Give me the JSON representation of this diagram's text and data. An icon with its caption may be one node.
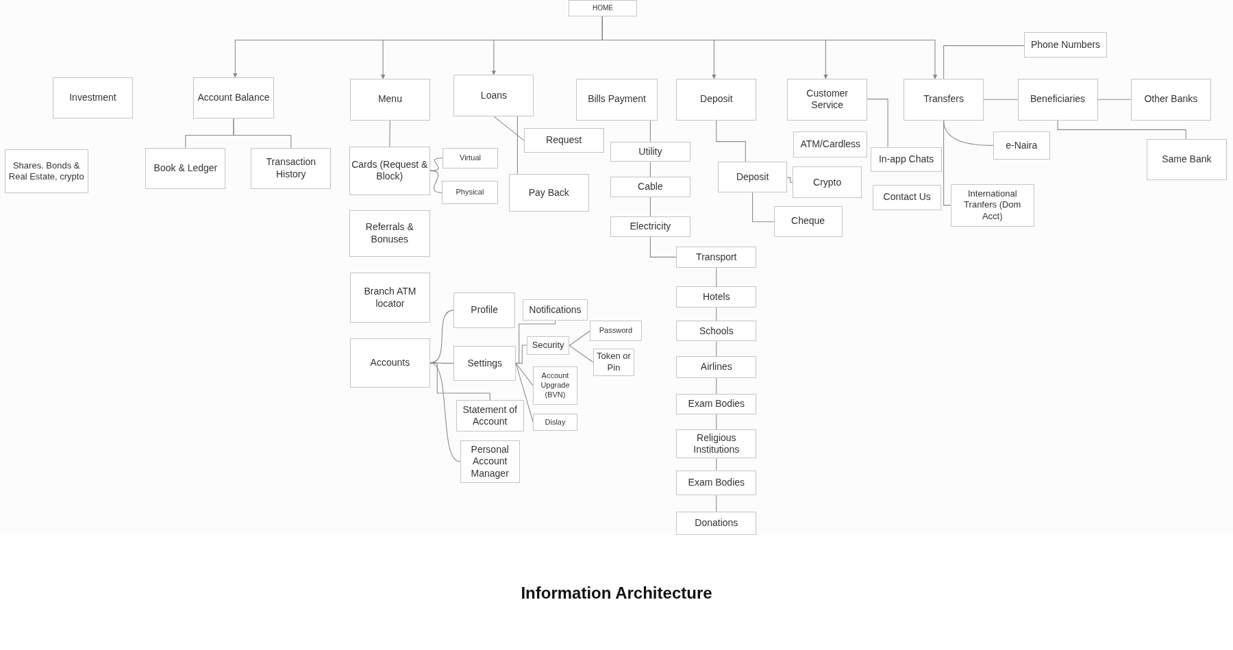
{
  "diagram": {
    "title": "Information Architecture",
    "nodes": [
      {
        "text": [
          "HOME"
        ]
      },
      {
        "text": [
          "Investment"
        ]
      },
      {
        "text": [
          "Shares. Bonds & Real Estate, crypto"
        ]
      },
      {
        "text": [
          "Account Balance"
        ]
      },
      {
        "text": [
          "Book & Ledger"
        ]
      },
      {
        "text": [
          "Transaction History"
        ]
      },
      {
        "text": [
          "Menu"
        ]
      },
      {
        "text": [
          "Cards (Request & Block)"
        ]
      },
      {
        "text": [
          "Virtual"
        ]
      },
      {
        "text": [
          "Physical"
        ]
      },
      {
        "text": [
          "Referrals & Bonuses"
        ]
      },
      {
        "text": [
          "Branch ATM locator"
        ]
      },
      {
        "text": [
          "Accounts"
        ]
      },
      {
        "text": [
          "Profile"
        ]
      },
      {
        "text": [
          "Settings"
        ]
      },
      {
        "text": [
          "Notifications"
        ]
      },
      {
        "text": [
          "Security"
        ]
      },
      {
        "text": [
          "Password"
        ]
      },
      {
        "text": [
          "Token or Pin"
        ]
      },
      {
        "text": [
          "Account Upgrade (BVN)"
        ]
      },
      {
        "text": [
          "Dislay"
        ]
      },
      {
        "text": [
          "Statement of Account"
        ]
      },
      {
        "text": [
          "Personal Account Manager"
        ]
      },
      {
        "text": [
          "Loans"
        ]
      },
      {
        "text": [
          "Request"
        ]
      },
      {
        "text": [
          "Pay Back"
        ]
      },
      {
        "text": [
          "Bills Payment"
        ]
      },
      {
        "text": [
          "Utility"
        ]
      },
      {
        "text": [
          "Cable"
        ]
      },
      {
        "text": [
          "Electricity"
        ]
      },
      {
        "text": [
          "Transport"
        ]
      },
      {
        "text": [
          "Hotels"
        ]
      },
      {
        "text": [
          "Schools"
        ]
      },
      {
        "text": [
          "Airlines"
        ]
      },
      {
        "text": [
          "Exam Bodies"
        ]
      },
      {
        "text": [
          "Religious Institutions"
        ]
      },
      {
        "text": [
          "Exam Bodies"
        ]
      },
      {
        "text": [
          "Donations"
        ]
      },
      {
        "text": [
          "Deposit"
        ]
      },
      {
        "text": [
          "Deposit"
        ]
      },
      {
        "text": [
          "Crypto"
        ]
      },
      {
        "text": [
          "Cheque"
        ]
      },
      {
        "text": [
          "Customer Service"
        ]
      },
      {
        "text": [
          "ATM/Cardless"
        ]
      },
      {
        "text": [
          "In-app Chats"
        ]
      },
      {
        "text": [
          "Contact Us"
        ]
      },
      {
        "text": [
          "Transfers"
        ]
      },
      {
        "text": [
          "Phone Numbers"
        ]
      },
      {
        "text": [
          "Beneficiaries"
        ]
      },
      {
        "text": [
          "Other Banks"
        ]
      },
      {
        "text": [
          "e-Naira"
        ]
      },
      {
        "text": [
          "International Tranfers (Dom Acct)"
        ]
      },
      {
        "text": [
          "Same Bank"
        ]
      }
    ],
    "edges": [
      {
        "from": 0,
        "to": 3,
        "arrow": "to"
      },
      {
        "from": 0,
        "to": 6,
        "arrow": "to"
      },
      {
        "from": 0,
        "to": 23,
        "arrow": "to"
      },
      {
        "from": 0,
        "to": 38,
        "arrow": "to"
      },
      {
        "from": 0,
        "to": 42,
        "arrow": "to"
      },
      {
        "from": 0,
        "to": 46,
        "arrow": "to"
      },
      {
        "from": 3,
        "to": 4,
        "arrow": "none"
      },
      {
        "from": 3,
        "to": 5,
        "arrow": "none"
      },
      {
        "from": 6,
        "to": 7,
        "arrow": "none"
      },
      {
        "from": 7,
        "to": 8,
        "arrow": "none"
      },
      {
        "from": 7,
        "to": 9,
        "arrow": "none"
      },
      {
        "from": 23,
        "to": 24,
        "arrow": "none"
      },
      {
        "from": 23,
        "to": 25,
        "arrow": "none"
      },
      {
        "from": 12,
        "to": 13,
        "arrow": "none"
      },
      {
        "from": 12,
        "to": 14,
        "arrow": "none"
      },
      {
        "from": 12,
        "to": 21,
        "arrow": "none"
      },
      {
        "from": 12,
        "to": 22,
        "arrow": "none"
      },
      {
        "from": 14,
        "to": 15,
        "arrow": "none"
      },
      {
        "from": 14,
        "to": 16,
        "arrow": "none"
      },
      {
        "from": 14,
        "to": 19,
        "arrow": "none"
      },
      {
        "from": 14,
        "to": 20,
        "arrow": "none"
      },
      {
        "from": 16,
        "to": 17,
        "arrow": "none"
      },
      {
        "from": 16,
        "to": 18,
        "arrow": "none"
      },
      {
        "from": 26,
        "to": 27,
        "arrow": "none"
      },
      {
        "from": 27,
        "to": 28,
        "arrow": "none"
      },
      {
        "from": 28,
        "to": 29,
        "arrow": "none"
      },
      {
        "from": 29,
        "to": 30,
        "arrow": "none"
      },
      {
        "from": 30,
        "to": 31,
        "arrow": "none"
      },
      {
        "from": 31,
        "to": 32,
        "arrow": "none"
      },
      {
        "from": 32,
        "to": 33,
        "arrow": "none"
      },
      {
        "from": 33,
        "to": 34,
        "arrow": "none"
      },
      {
        "from": 34,
        "to": 35,
        "arrow": "none"
      },
      {
        "from": 35,
        "to": 36,
        "arrow": "none"
      },
      {
        "from": 36,
        "to": 37,
        "arrow": "none"
      },
      {
        "from": 38,
        "to": 39,
        "arrow": "none"
      },
      {
        "from": 39,
        "to": 40,
        "arrow": "none"
      },
      {
        "from": 39,
        "to": 41,
        "arrow": "none"
      },
      {
        "from": 42,
        "to": 44,
        "arrow": "none"
      },
      {
        "from": 46,
        "to": 47,
        "arrow": "none"
      },
      {
        "from": 46,
        "to": 48,
        "arrow": "none"
      },
      {
        "from": 48,
        "to": 49,
        "arrow": "none"
      },
      {
        "from": 48,
        "to": 52,
        "arrow": "none"
      },
      {
        "from": 46,
        "to": 50,
        "arrow": "none"
      },
      {
        "from": 46,
        "to": 51,
        "arrow": "none"
      }
    ]
  }
}
